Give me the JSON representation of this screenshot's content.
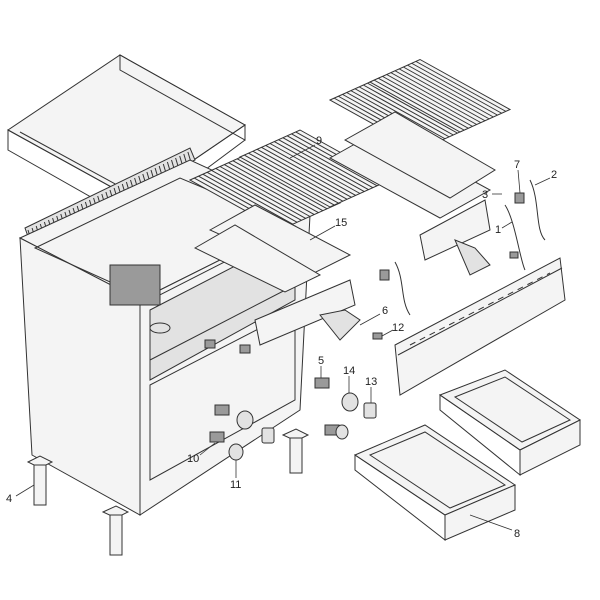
{
  "diagram": {
    "title": "Exploded parts view - gas chargrill on cabinet",
    "callouts": [
      {
        "id": "9",
        "label": "9"
      },
      {
        "id": "15",
        "label": "15"
      },
      {
        "id": "7",
        "label": "7"
      },
      {
        "id": "2",
        "label": "2"
      },
      {
        "id": "3",
        "label": "3"
      },
      {
        "id": "1",
        "label": "1"
      },
      {
        "id": "6",
        "label": "6"
      },
      {
        "id": "12",
        "label": "12"
      },
      {
        "id": "5",
        "label": "5"
      },
      {
        "id": "14",
        "label": "14"
      },
      {
        "id": "13",
        "label": "13"
      },
      {
        "id": "10",
        "label": "10"
      },
      {
        "id": "11",
        "label": "11"
      },
      {
        "id": "4",
        "label": "4"
      },
      {
        "id": "8",
        "label": "8"
      }
    ]
  }
}
